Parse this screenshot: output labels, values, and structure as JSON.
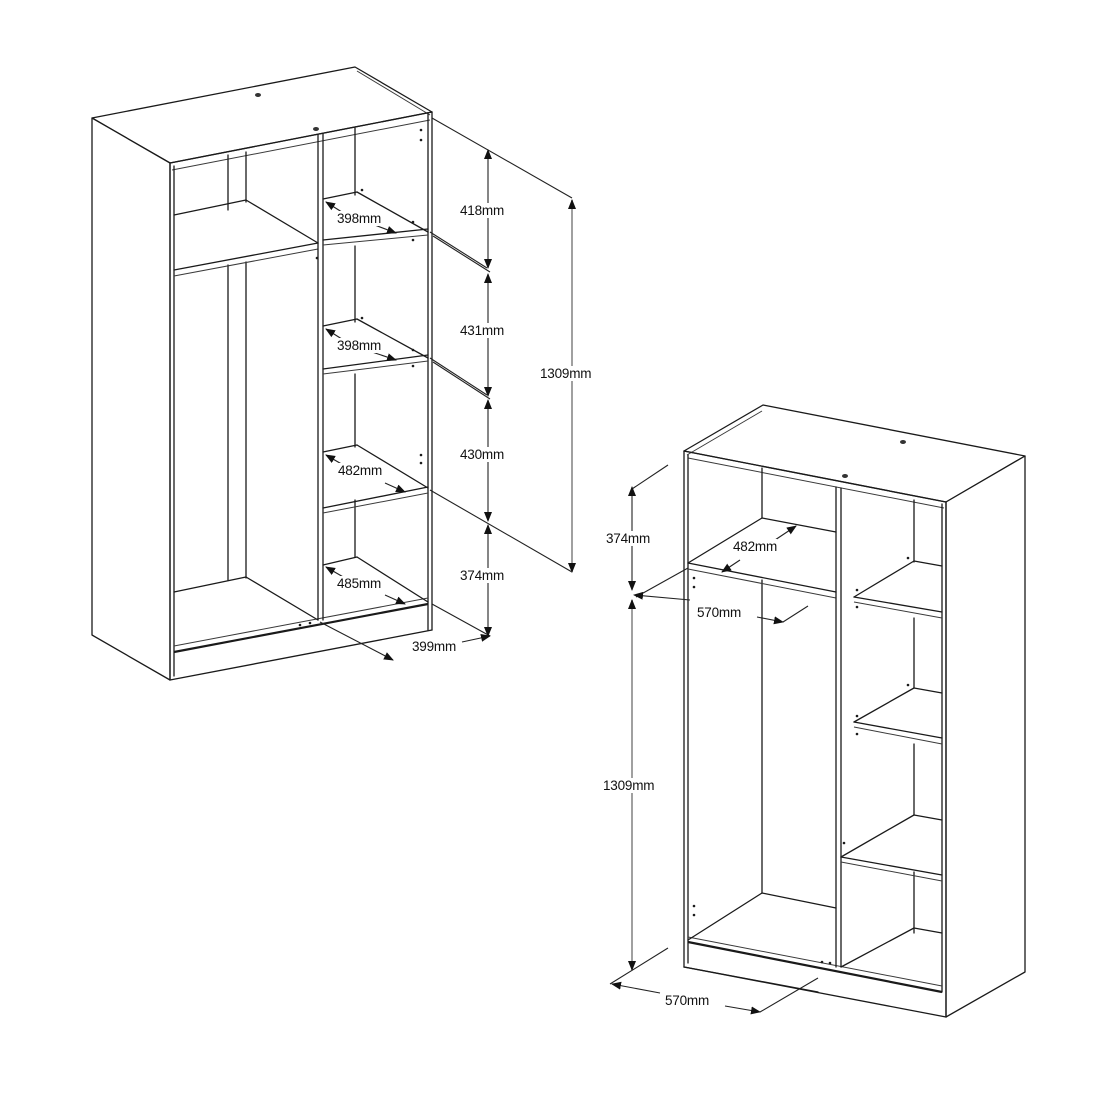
{
  "figure": {
    "description": "Two isometric line drawings of a two-section open wardrobe with dimension callouts",
    "colors": {
      "line": "#1a1a1a",
      "background": "#ffffff",
      "dimension_line_vertical": "#888888"
    },
    "unit": "mm"
  },
  "left_view": {
    "name": "Front-left perspective with interior shelf dimensions",
    "shelf_depths": [
      {
        "id": "shelf-1-depth",
        "label": "398mm"
      },
      {
        "id": "shelf-2-depth",
        "label": "398mm"
      },
      {
        "id": "shelf-3-depth",
        "label": "482mm"
      },
      {
        "id": "bottom-depth",
        "label": "485mm"
      }
    ],
    "compartment_heights": [
      {
        "id": "height-1",
        "label": "418mm"
      },
      {
        "id": "height-2",
        "label": "431mm"
      },
      {
        "id": "height-3",
        "label": "430mm"
      },
      {
        "id": "height-4",
        "label": "374mm"
      }
    ],
    "total_height": {
      "label": "1309mm"
    },
    "compartment_width": {
      "label": "399mm"
    }
  },
  "right_view": {
    "name": "Front-right perspective with hanging section dimensions",
    "top_compartment_height": {
      "label": "374mm"
    },
    "shelf_depth": {
      "label": "482mm"
    },
    "shelf_width": {
      "label": "570mm"
    },
    "hanging_height": {
      "label": "1309mm"
    },
    "base_width": {
      "label": "570mm"
    }
  }
}
